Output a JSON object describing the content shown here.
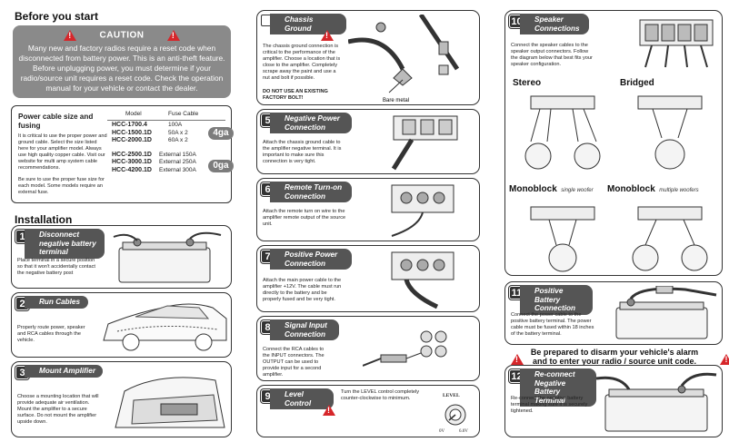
{
  "header": {
    "title": "Before you start"
  },
  "caution": {
    "title": "CAUTION",
    "body": "Many new and factory radios require a reset code when disconnected from battery power. This is an anti-theft feature. Before unplugging power, you must determine if your radio/source unit requires a reset code. Check the operation manual for your vehicle or contact the dealer."
  },
  "power_cable": {
    "title": "Power cable size and fusing",
    "desc1": "It is critical to use the proper power and ground cable. Select the size listed here for your amplifier model. Always use high quality copper cable. Visit our website for multi amp system cable recommendations.",
    "desc2": "Be sure to use the proper fuse size for each model. Some models require an external fuse.",
    "col_model": "Model",
    "col_fuse": "Fuse Cable",
    "rows": [
      {
        "model": "HCC-1700.4",
        "fuse": "100A"
      },
      {
        "model": "HCC-1500.1D",
        "fuse": "50A x 2"
      },
      {
        "model": "HCC-2000.1D",
        "fuse": "60A x 2"
      },
      {
        "model": "HCC-2500.1D",
        "fuse": "External 150A"
      },
      {
        "model": "HCC-3000.1D",
        "fuse": "External 250A"
      },
      {
        "model": "HCC-4200.1D",
        "fuse": "External 300A"
      }
    ],
    "gauge1": "4ga",
    "gauge2": "0ga"
  },
  "installation": {
    "title": "Installation"
  },
  "steps": [
    {
      "num": "1",
      "title": "Disconnect negative battery terminal",
      "desc": "Place terminal in a secure position so that it won't accidentally contact the negative battery post"
    },
    {
      "num": "2",
      "title": "Run Cables",
      "desc": "Properly route power, speaker and RCA cables through the vehicle."
    },
    {
      "num": "3",
      "title": "Mount Amplifier",
      "desc": "Choose a mounting location that will provide adequate air ventilation. Mount the amplifier to a secure surface. Do not mount the amplifier upside down."
    },
    {
      "num": "",
      "title": "Chassis Ground",
      "desc": "The chassis ground connection is critical to the performance of the amplifier. Choose a location that is close to the amplifier. Completely scrape away the paint and use a nut and bolt if possible.",
      "desc_bold": "DO NOT USE AN EXISTING FACTORY BOLT!",
      "img_label": "Bare metal"
    },
    {
      "num": "5",
      "title": "Negative Power Connection",
      "desc": "Attach the chassis ground cable to the amplifier negative terminal. It is important to make sure this connection is very tight."
    },
    {
      "num": "6",
      "title": "Remote Turn-on Connection",
      "desc": "Attach the remote turn on wire to the amplifier remote output of the source unit."
    },
    {
      "num": "7",
      "title": "Positive Power Connection",
      "desc": "Attach the main power cable to the amplifier +12V. The cable must run directly to the battery and be properly fused and be very tight."
    },
    {
      "num": "8",
      "title": "Signal Input Connection",
      "desc": "Connect the RCA cables to the INPUT connectors. The OUTPUT can be used to provide input for a second amplifier."
    },
    {
      "num": "9",
      "title": "Level Control",
      "desc": "Turn the LEVEL control completely counter-clockwise to minimum.",
      "knob_label": "LEVEL",
      "knob_min": "0V",
      "knob_max": "6.0V"
    },
    {
      "num": "10",
      "title": "Speaker Connections",
      "desc": "Connect the speaker cables to the speaker output connectors. Follow the diagram below that best fits your speaker configuration."
    },
    {
      "num": "11",
      "title": "Positive Battery Connection",
      "desc": "Connect the power cable to the positive battery terminal. The power cable must be fused within 18 inches of the battery terminal."
    },
    {
      "num": "12",
      "title": "Re-connect Negative Battery Terminal",
      "desc": "Re-connect the negative battery terminal making sure it is securely tightened."
    }
  ],
  "speaker": {
    "stereo": "Stereo",
    "bridged": "Bridged",
    "mono1": "Monoblock",
    "mono1_sub": "single woofer",
    "mono2": "Monoblock",
    "mono2_sub": "multiple woofers"
  },
  "alarm_notice": "Be prepared to disarm your vehicle's alarm and to enter your radio / source unit code."
}
